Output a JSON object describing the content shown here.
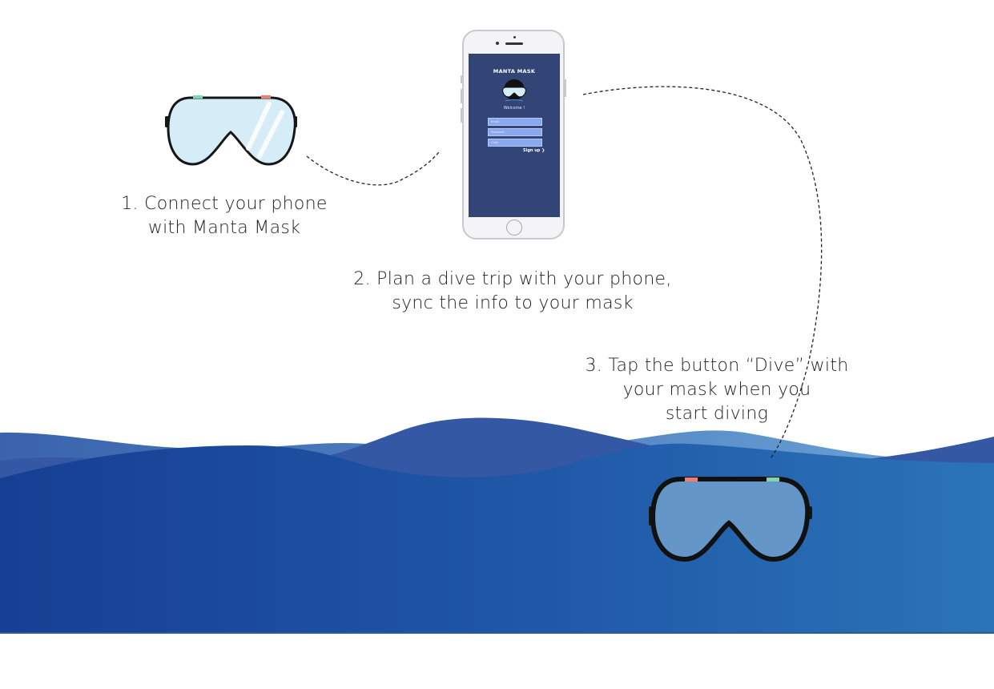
{
  "steps": [
    {
      "lines": [
        "1. Connect  your phone",
        "with Manta Mask"
      ]
    },
    {
      "lines": [
        "2. Plan a dive trip with your phone,",
        "sync the info to your mask"
      ]
    },
    {
      "lines": [
        "3. Tap the button “Dive” with",
        "your mask when you",
        "start diving"
      ]
    }
  ],
  "phone_app": {
    "title": "MANTA MASK",
    "welcome": "Welcome !",
    "fields": [
      "Email",
      "Password",
      "Code"
    ],
    "signup_label": "Sign up",
    "signup_icon": "chevron-right-icon"
  },
  "colors": {
    "ocean_dark": "#173f93",
    "ocean_light": "#2b74b8",
    "wave_mid": "#3458a4",
    "wave_light": "#6ea7d6",
    "mask_lens_dry": "#d6ecf6",
    "mask_lens_wet": "#6596c8",
    "mask_frame": "#161616",
    "led_green": "#7fd6b0",
    "led_red": "#ef7d72",
    "phone_screen": "#334477",
    "text": "#222222"
  },
  "icons": [
    "mask-dry-icon",
    "mask-underwater-icon",
    "phone-icon",
    "dashed-connector-icon"
  ]
}
